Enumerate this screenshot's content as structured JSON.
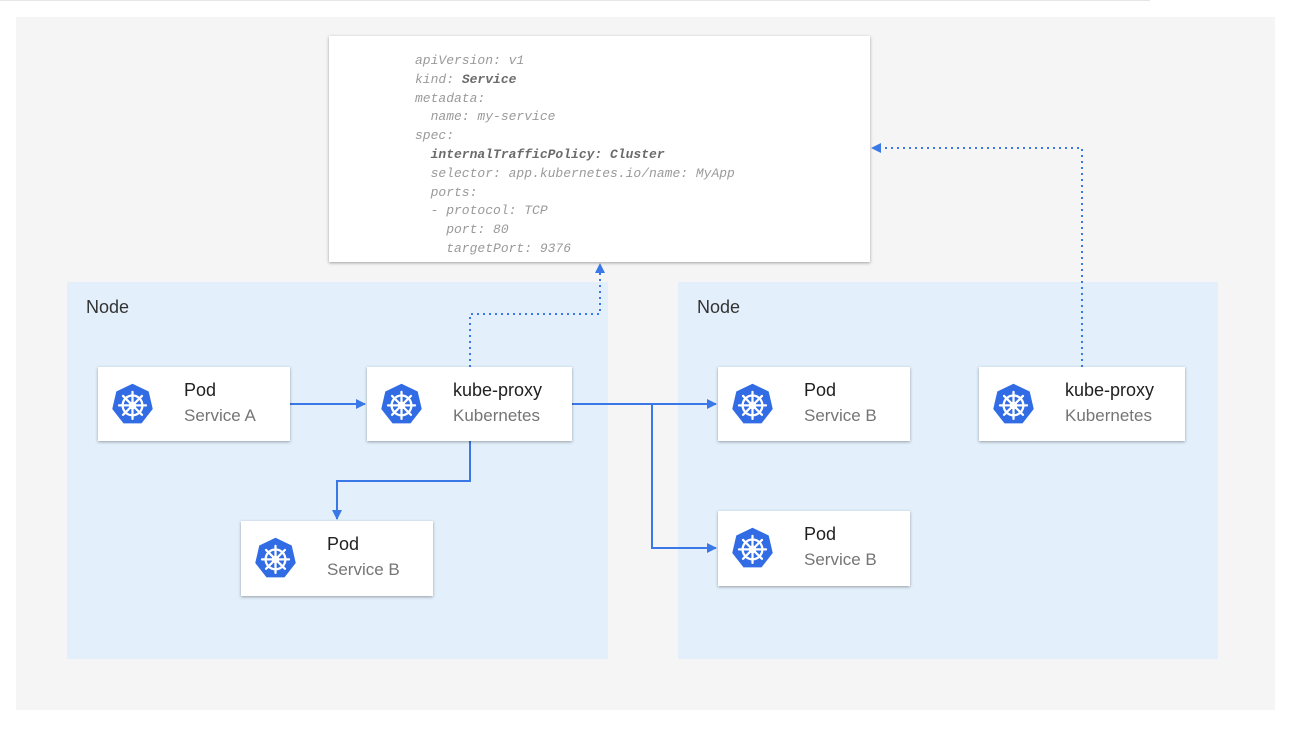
{
  "yaml": {
    "lines": [
      {
        "text": "apiVersion: v1"
      },
      {
        "key": "kind: ",
        "bold": "Service"
      },
      {
        "text": "metadata:"
      },
      {
        "text": "  name: my-service"
      },
      {
        "text": "spec:"
      },
      {
        "boldline": "  internalTrafficPolicy: Cluster"
      },
      {
        "text": "  selector: app.kubernetes.io/name: MyApp"
      },
      {
        "text": "  ports:"
      },
      {
        "text": "  - protocol: TCP"
      },
      {
        "text": "    port: 80"
      },
      {
        "text": "    targetPort: 9376"
      }
    ]
  },
  "nodes": [
    {
      "label": "Node"
    },
    {
      "label": "Node"
    }
  ],
  "cards": {
    "pod_a": {
      "title": "Pod",
      "subtitle": "Service A",
      "icon": "kubernetes-icon"
    },
    "proxy_1": {
      "title": "kube-proxy",
      "subtitle": "Kubernetes",
      "icon": "kubernetes-icon"
    },
    "pod_b_left": {
      "title": "Pod",
      "subtitle": "Service B",
      "icon": "kubernetes-icon"
    },
    "pod_b_right_1": {
      "title": "Pod",
      "subtitle": "Service B",
      "icon": "kubernetes-icon"
    },
    "pod_b_right_2": {
      "title": "Pod",
      "subtitle": "Service B",
      "icon": "kubernetes-icon"
    },
    "proxy_2": {
      "title": "kube-proxy",
      "subtitle": "Kubernetes",
      "icon": "kubernetes-icon"
    }
  },
  "colors": {
    "arrow": "#3b78e7",
    "k8s": "#326ce5",
    "node_bg": "#e3f0fc"
  }
}
